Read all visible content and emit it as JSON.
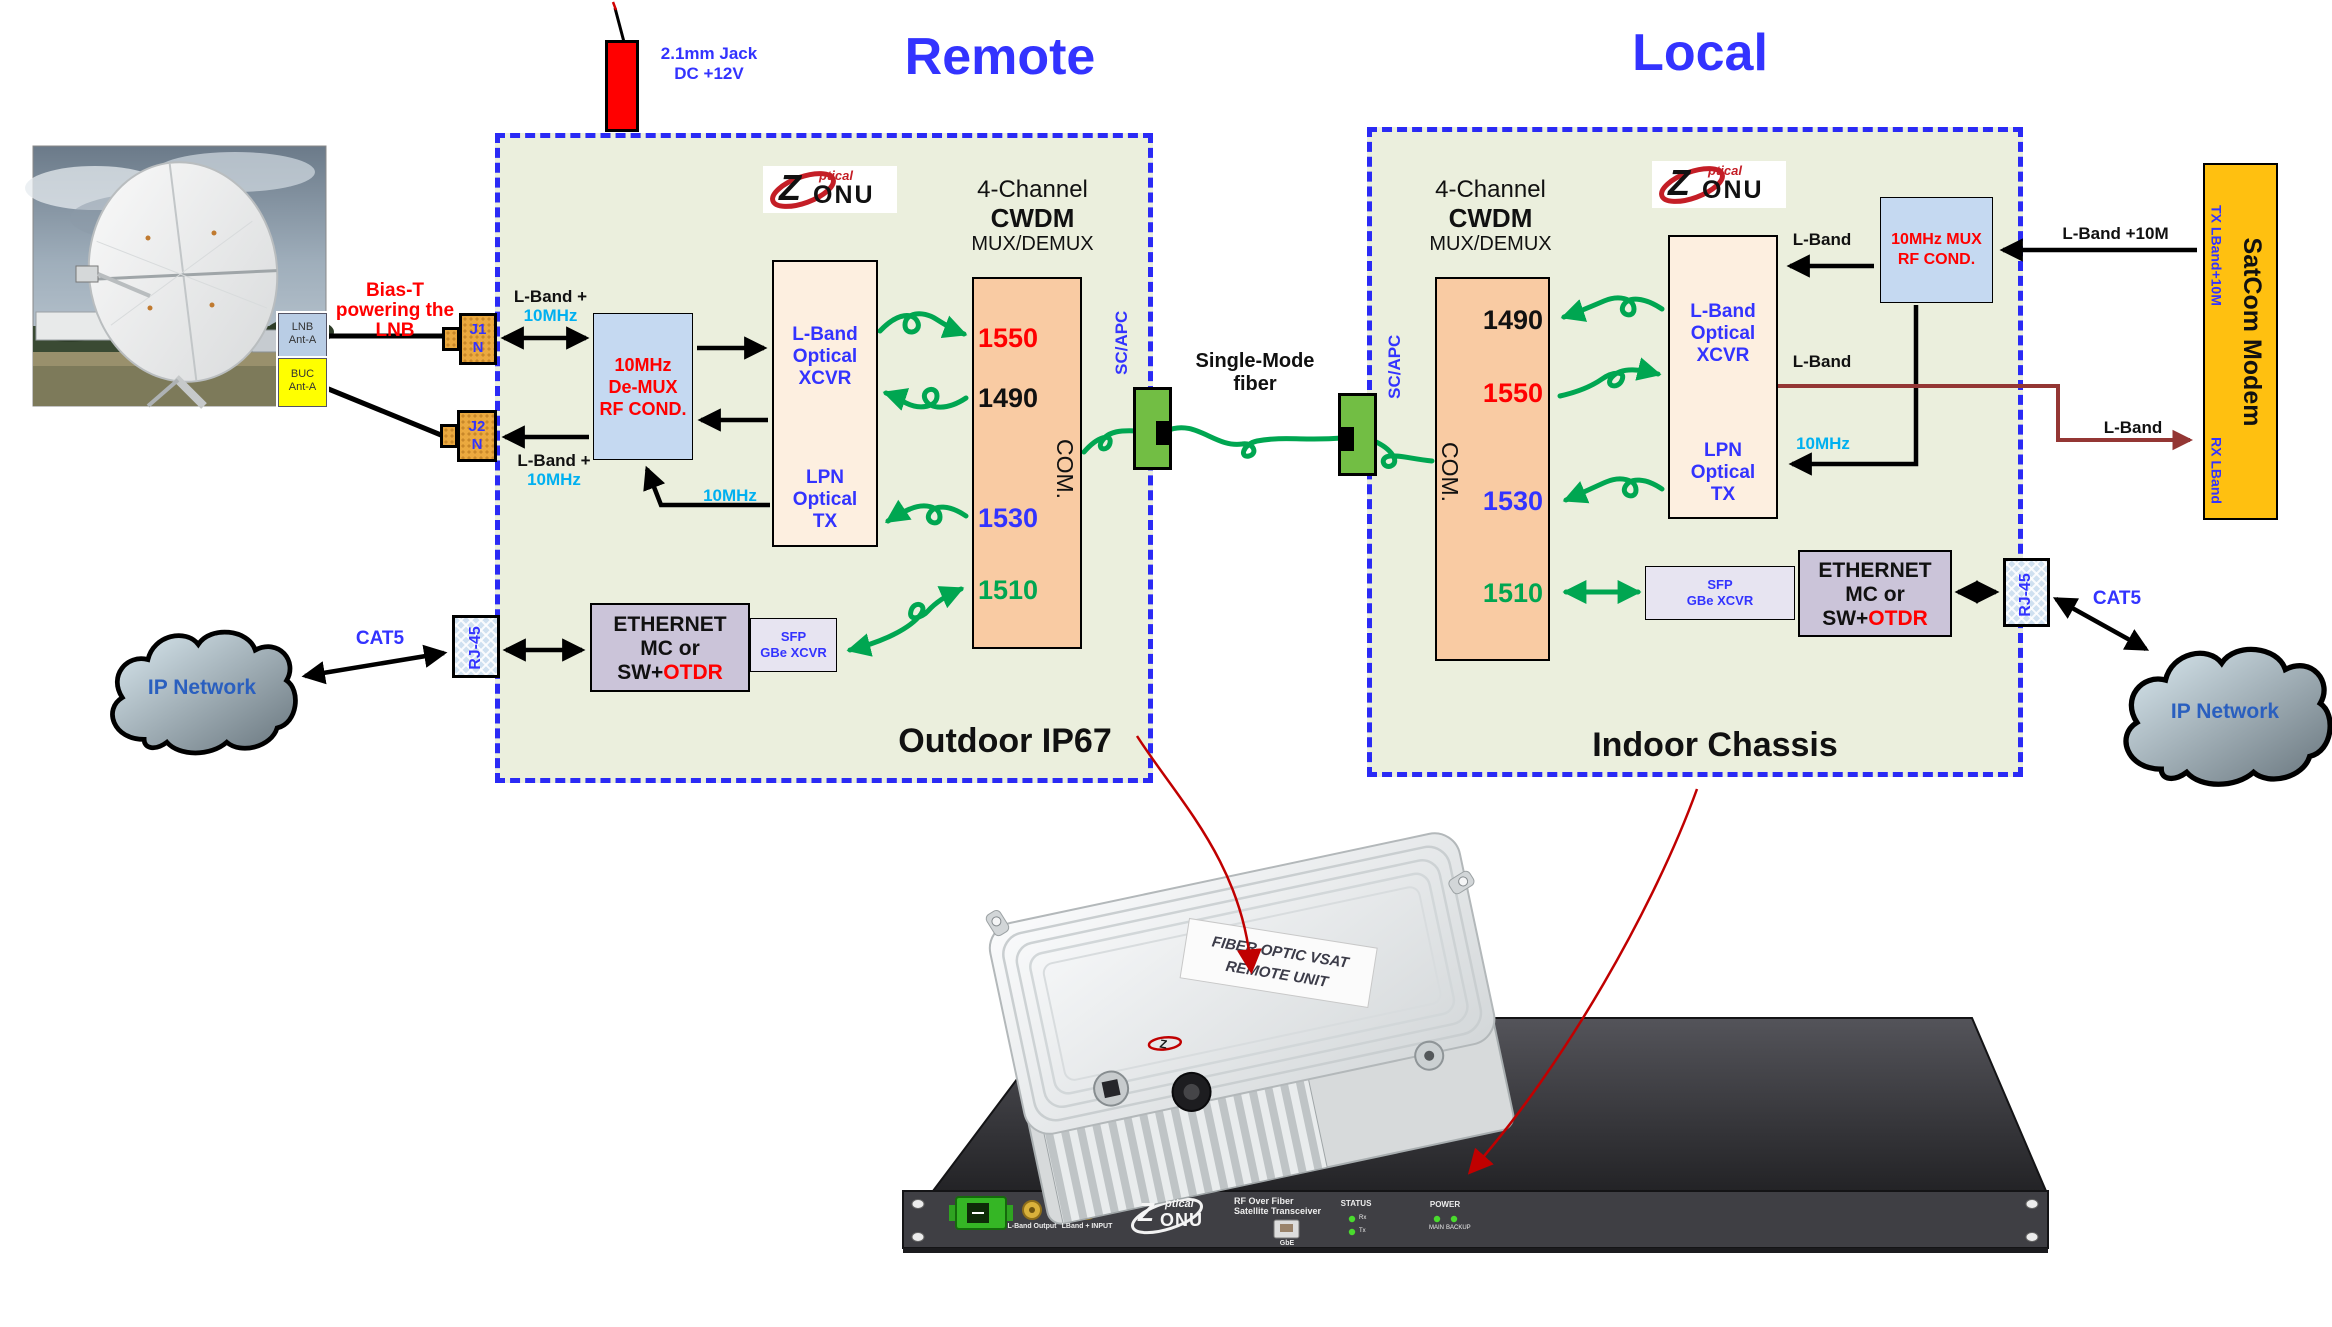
{
  "titles": {
    "remote": "Remote",
    "local": "Local",
    "outdoor": "Outdoor IP67",
    "indoor": "Indoor Chassis"
  },
  "power_jack": {
    "line1": "2.1mm Jack",
    "line2": "DC +12V"
  },
  "bias_t": {
    "line1": "Bias-T",
    "line2": "powering the",
    "line3": "LNB"
  },
  "antenna": {
    "lnb_line1": "LNB",
    "lnb_line2": "Ant-A",
    "buc_line1": "BUC",
    "buc_line2": "Ant-A"
  },
  "logo": {
    "z": "Z",
    "ptical": "ptical",
    "onu": "ONU"
  },
  "fiber": {
    "single_mode_line1": "Single-Mode",
    "single_mode_line2": "fiber",
    "sc_apc": "SC/APC",
    "com": "COM."
  },
  "clouds": {
    "label": "IP Network"
  },
  "remote": {
    "cwdm_line1": "4-Channel",
    "cwdm_line2": "CWDM",
    "cwdm_line3": "MUX/DEMUX",
    "demux_line1": "10MHz",
    "demux_line2": "De-MUX",
    "demux_line3": "RF COND.",
    "xcvr_line1": "L-Band",
    "xcvr_line2": "Optical",
    "xcvr_line3": "XCVR",
    "lpn_line1": "LPN",
    "lpn_line2": "Optical",
    "lpn_line3": "TX",
    "eth_line1": "ETHERNET",
    "eth_line2": "MC or",
    "eth_line3_black": "SW+",
    "eth_line3_red": "OTDR",
    "sfp_line1": "SFP",
    "sfp_line2": "GBe XCVR",
    "wl_1550": "1550",
    "wl_1490": "1490",
    "wl_1530": "1530",
    "wl_1510": "1510",
    "j1_line1": "J1",
    "j1_line2": "N",
    "j2_line1": "J2",
    "j2_line2": "N",
    "rj45": "RJ-45",
    "cat5": "CAT5",
    "lband1_line1": "L-Band +",
    "lband1_line2": "10MHz",
    "lband2_line1": "L-Band +",
    "lband2_line2": "10MHz",
    "mhz10": "10MHz"
  },
  "local": {
    "cwdm_line1": "4-Channel",
    "cwdm_line2": "CWDM",
    "cwdm_line3": "MUX/DEMUX",
    "mux_line1": "10MHz MUX",
    "mux_line2": "RF COND.",
    "xcvr_line1": "L-Band",
    "xcvr_line2": "Optical",
    "xcvr_line3": "XCVR",
    "lpn_line1": "LPN",
    "lpn_line2": "Optical",
    "lpn_line3": "TX",
    "eth_line1": "ETHERNET",
    "eth_line2": "MC or",
    "eth_line3_black": "SW+",
    "eth_line3_red": "OTDR",
    "sfp_line1": "SFP",
    "sfp_line2": "GBe XCVR",
    "wl_1490": "1490",
    "wl_1550": "1550",
    "wl_1530": "1530",
    "wl_1510": "1510",
    "lband_top": "L-Band",
    "lband_mid": "L-Band",
    "lband_plus10": "L-Band +10M",
    "lband_rx": "L-Band",
    "mhz10": "10MHz",
    "rj45": "RJ-45",
    "cat5": "CAT5"
  },
  "satcom": {
    "name": "SatCom Modem",
    "tx": "TX LBand+10M",
    "rx": "RX LBand"
  },
  "photos": {
    "unit_line1": "FIBER OPTIC VSAT",
    "unit_line2": "REMOTE UNIT",
    "panel_lband_out": "L-Band Output",
    "panel_lband_in": "LBand + INPUT",
    "panel_title_line1": "RF Over Fiber",
    "panel_title_line2": "Satellite Transceiver",
    "panel_gbe": "GbE",
    "panel_status": "STATUS",
    "panel_rx": "Rx",
    "panel_tx": "Tx",
    "panel_power": "POWER",
    "panel_main": "MAIN",
    "panel_backup": "BACKUP"
  },
  "colors": {
    "accent_blue": "#3333FF",
    "border_blue": "#2A2AF5",
    "box_fill": "#EBEFDD",
    "peach": "#F9CBA3",
    "cream": "#FDEFE0",
    "light_blue": "#C5D9F1",
    "lavender": "#CBC4D9",
    "lavender_light": "#E7E4F1",
    "fiber_green": "#00A651",
    "connector_green": "#72BE44",
    "connector_orange": "#EBA93F",
    "satcom_orange": "#FFC010",
    "cyan": "#00B0F0",
    "brown": "#943634",
    "annotation_red": "#C00000"
  }
}
